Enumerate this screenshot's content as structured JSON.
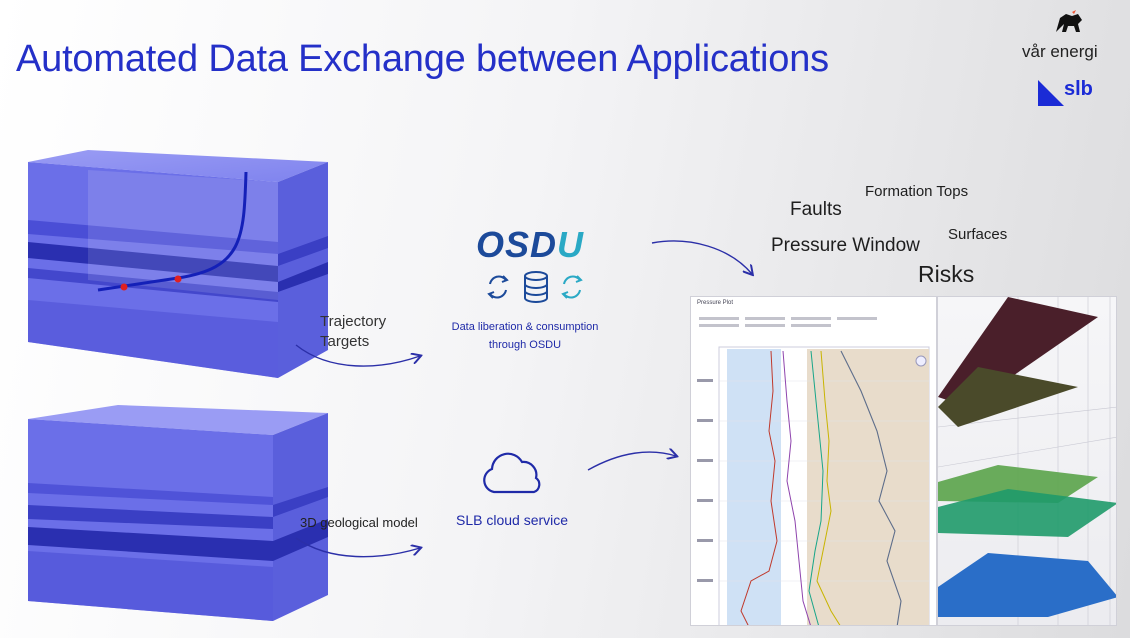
{
  "title": "Automated Data Exchange between Applications",
  "brand": {
    "partner": "vår energi",
    "company": "slb"
  },
  "flows": {
    "top_label_line1": "Trajectory",
    "top_label_line2": "Targets",
    "bottom_label": "3D geological model"
  },
  "osdu": {
    "logo_prefix": "OSD",
    "logo_suffix": "U",
    "caption_line1": "Data liberation & consumption",
    "caption_line2": "through OSDU"
  },
  "cloud": {
    "caption": "SLB cloud service"
  },
  "keywords": {
    "faults": "Faults",
    "formation_tops": "Formation Tops",
    "pressure_window": "Pressure Window",
    "surfaces": "Surfaces",
    "risks": "Risks"
  },
  "pressure_plot": {
    "title": "Pressure Plot"
  },
  "colors": {
    "title": "#2430c8",
    "model_face": "#6b6fe8",
    "model_band": "#2a2fb0",
    "arrow": "#2b2fa8",
    "osdu_dark": "#1c4a9a",
    "osdu_light": "#2aa9c5"
  }
}
